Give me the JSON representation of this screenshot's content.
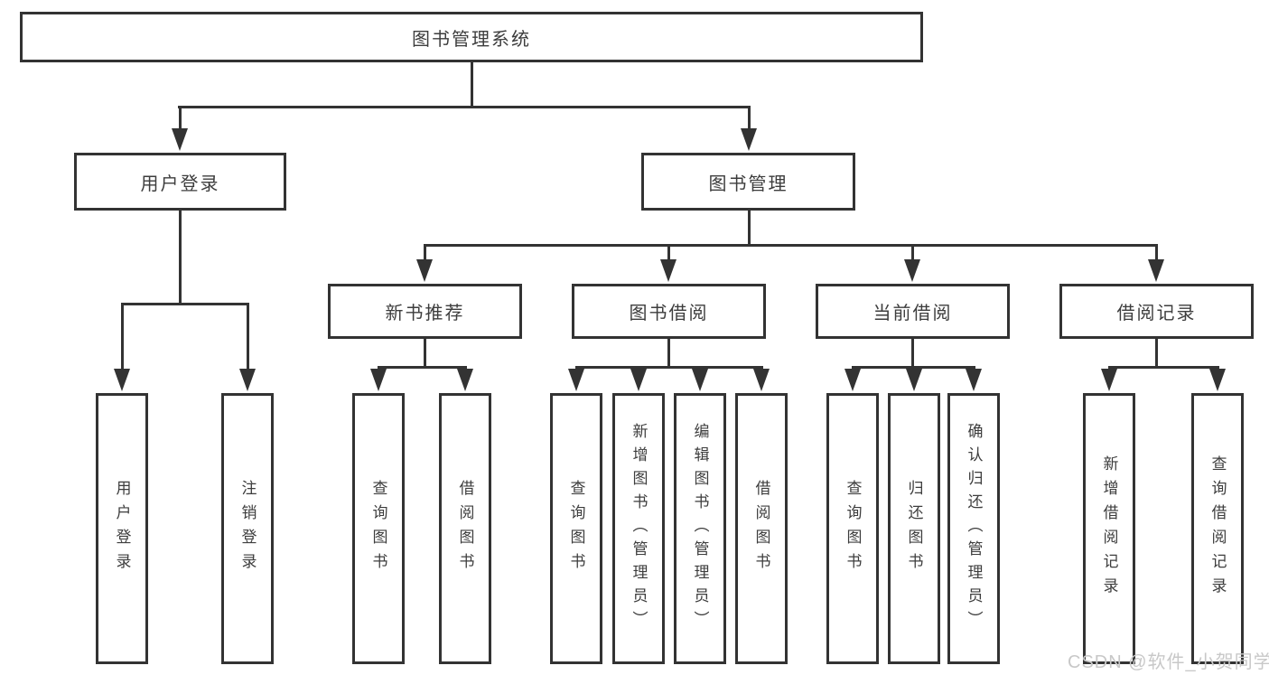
{
  "nodes": {
    "root": "图书管理系统",
    "user_login": "用户登录",
    "book_mgmt": "图书管理",
    "new_book_rec": "新书推荐",
    "book_borrow": "图书借阅",
    "current_borrow": "当前借阅",
    "borrow_records": "借阅记录",
    "leaf_user_login": "用户登录",
    "leaf_logout": "注销登录",
    "leaf_query_book_1": "查询图书",
    "leaf_borrow_book_1": "借阅图书",
    "leaf_query_book_2": "查询图书",
    "leaf_add_book": "新增图书（管理员）",
    "leaf_edit_book": "编辑图书（管理员）",
    "leaf_borrow_book_2": "借阅图书",
    "leaf_query_book_3": "查询图书",
    "leaf_return_book": "归还图书",
    "leaf_confirm_return": "确认归还（管理员）",
    "leaf_add_record": "新增借阅记录",
    "leaf_query_record": "查询借阅记录"
  },
  "hierarchy": {
    "root": [
      "user_login",
      "book_mgmt"
    ],
    "user_login": [
      "leaf_user_login",
      "leaf_logout"
    ],
    "book_mgmt": [
      "new_book_rec",
      "book_borrow",
      "current_borrow",
      "borrow_records"
    ],
    "new_book_rec": [
      "leaf_query_book_1",
      "leaf_borrow_book_1"
    ],
    "book_borrow": [
      "leaf_query_book_2",
      "leaf_add_book",
      "leaf_edit_book",
      "leaf_borrow_book_2"
    ],
    "current_borrow": [
      "leaf_query_book_3",
      "leaf_return_book",
      "leaf_confirm_return"
    ],
    "borrow_records": [
      "leaf_add_record",
      "leaf_query_record"
    ]
  },
  "watermark": "CSDN @软件_小贺同学",
  "colors": {
    "line": "#333333",
    "text": "#3d3d3d",
    "box_background": "#ffffff",
    "watermark": "#c8c8c8",
    "background": "#ffffff"
  }
}
